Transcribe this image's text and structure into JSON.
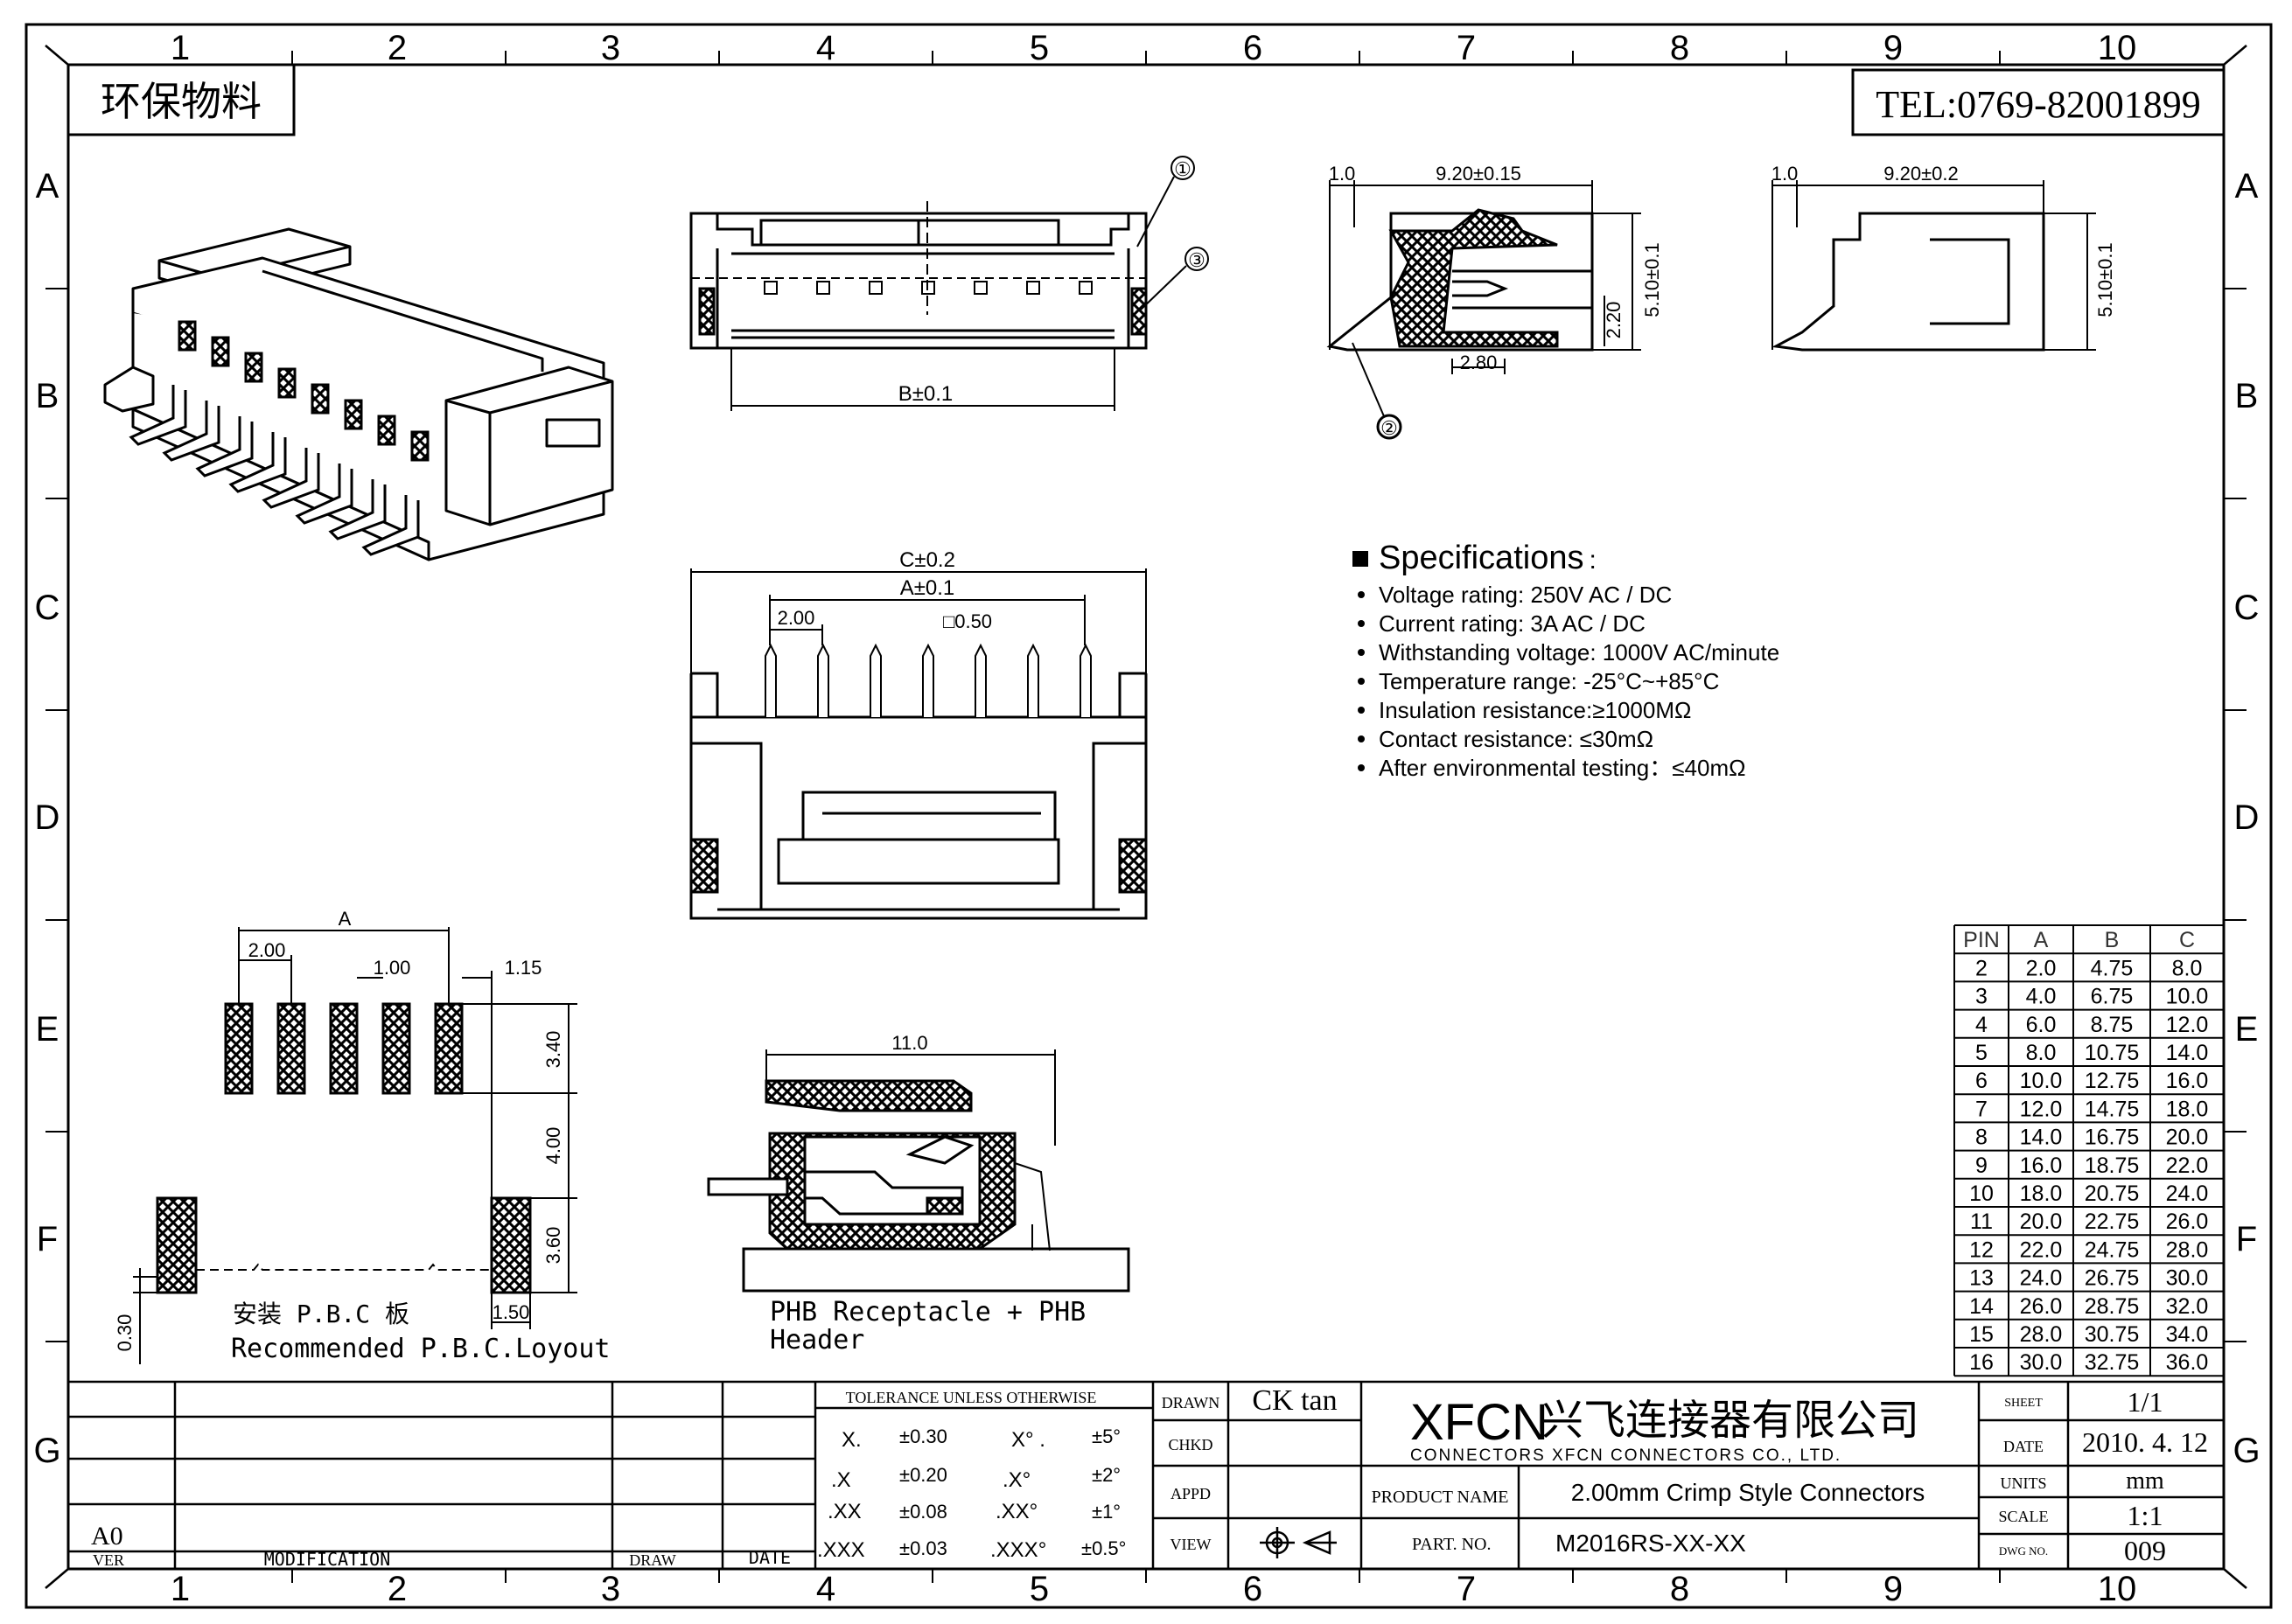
{
  "header": {
    "stamp": "环保物料",
    "tel": "TEL:0769-82001899"
  },
  "grid": {
    "cols": [
      "1",
      "2",
      "3",
      "4",
      "5",
      "6",
      "7",
      "8",
      "9",
      "10"
    ],
    "rows": [
      "A",
      "B",
      "C",
      "D",
      "E",
      "F",
      "G"
    ]
  },
  "callouts": [
    "①",
    "②",
    "③"
  ],
  "dims": {
    "front_b": "B±0.1",
    "side1_w": "9.20±0.15",
    "side1_t": "1.0",
    "side1_h": "5.10±0.1",
    "side1_h2": "2.20",
    "side1_d": "2.80",
    "side2_w": "9.20±0.2",
    "side2_t": "1.0",
    "side2_h": "5.10±0.1",
    "top_c": "C±0.2",
    "top_a": "A±0.1",
    "top_pitch": "2.00",
    "top_pin": "□0.50",
    "pcb_a": "A",
    "pcb_pitch": "2.00",
    "pcb_w": "1.00",
    "pcb_off": "1.15",
    "pcb_h1": "3.40",
    "pcb_h2": "4.00",
    "pcb_h3": "3.60",
    "pcb_small": "0.30",
    "pcb_tab": "1.50",
    "sec_w": "11.0"
  },
  "labels": {
    "pcb_cn": "安装 P.B.C 板",
    "pcb_en": "Recommended P.B.C.Loyout",
    "section_1": "PHB Receptacle + PHB",
    "section_2": "Header"
  },
  "specs": {
    "title": "Specifications",
    "colon": ":",
    "items": [
      "Voltage rating: 250V AC / DC",
      "Current rating: 3A  AC / DC",
      "Withstanding voltage: 1000V AC/minute",
      "Temperature range: -25°C~+85°C",
      "Insulation resistance:≥1000MΩ",
      "Contact resistance: ≤30mΩ",
      "After environmental testing：≤40mΩ"
    ]
  },
  "pin_table": {
    "headers": [
      "PIN",
      "A",
      "B",
      "C"
    ],
    "rows": [
      [
        "2",
        "2.0",
        "4.75",
        "8.0"
      ],
      [
        "3",
        "4.0",
        "6.75",
        "10.0"
      ],
      [
        "4",
        "6.0",
        "8.75",
        "12.0"
      ],
      [
        "5",
        "8.0",
        "10.75",
        "14.0"
      ],
      [
        "6",
        "10.0",
        "12.75",
        "16.0"
      ],
      [
        "7",
        "12.0",
        "14.75",
        "18.0"
      ],
      [
        "8",
        "14.0",
        "16.75",
        "20.0"
      ],
      [
        "9",
        "16.0",
        "18.75",
        "22.0"
      ],
      [
        "10",
        "18.0",
        "20.75",
        "24.0"
      ],
      [
        "11",
        "20.0",
        "22.75",
        "26.0"
      ],
      [
        "12",
        "22.0",
        "24.75",
        "28.0"
      ],
      [
        "13",
        "24.0",
        "26.75",
        "30.0"
      ],
      [
        "14",
        "26.0",
        "28.75",
        "32.0"
      ],
      [
        "15",
        "28.0",
        "30.75",
        "34.0"
      ],
      [
        "16",
        "30.0",
        "32.75",
        "36.0"
      ]
    ]
  },
  "title_block": {
    "rev": "A0",
    "ver": "VER",
    "modification": "MODIFICATION",
    "draw": "DRAW",
    "date_col": "DATE",
    "tolerance_title": "TOLERANCE UNLESS OTHERWISE",
    "tolerances": [
      [
        "X.",
        "±0.30",
        "X°  .",
        "±5°"
      ],
      [
        ".X",
        "±0.20",
        ".X°",
        "±2°"
      ],
      [
        ".XX",
        "±0.08",
        ".XX°",
        "±1°"
      ],
      [
        ".XXX",
        "±0.03",
        ".XXX°",
        "±0.5°"
      ]
    ],
    "drawn_label": "DRAWN",
    "drawn_value": "CK  tan",
    "chkd": "CHKD",
    "appd": "APPD",
    "view": "VIEW",
    "company_logo": "XFCN",
    "company_cn": "兴飞连接器有限公司",
    "company_en": "CONNECTORS XFCN CONNECTORS CO., LTD.",
    "product_name_label": "PRODUCT  NAME",
    "product_name": "2.00mm Crimp Style Connectors",
    "part_no_label": "PART.  NO.",
    "part_no": "M2016RS-XX-XX",
    "sheet_label": "SHEET",
    "sheet": "1/1",
    "date_label": "DATE",
    "date": "2010. 4. 12",
    "units_label": "UNITS",
    "units": "mm",
    "scale_label": "SCALE",
    "scale": "1:1",
    "dwg_label": "DWG NO.",
    "dwg": "009"
  }
}
